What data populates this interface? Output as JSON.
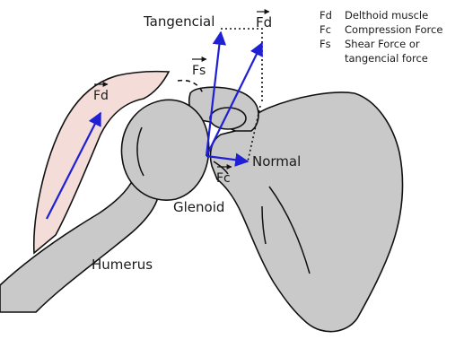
{
  "labels": {
    "tangencial": "Tangencial",
    "normal": "Normal",
    "glenoid": "Glenoid",
    "humerus": "Humerus",
    "fd_top": "Fd",
    "fd_muscle": "Fd",
    "fs": "Fs",
    "fc": "Fc"
  },
  "legend": [
    {
      "abbr": "Fd",
      "text": "Delthoid muscle"
    },
    {
      "abbr": "Fc",
      "text": "Compression Force"
    },
    {
      "abbr": "Fs",
      "text": "Shear Force or"
    },
    {
      "abbr": "",
      "text": "tangencial force"
    }
  ],
  "colors": {
    "bone": "#c9c9c9",
    "muscle": "#f4dcd8",
    "vector": "#1f1fd6",
    "outline": "#111111"
  }
}
